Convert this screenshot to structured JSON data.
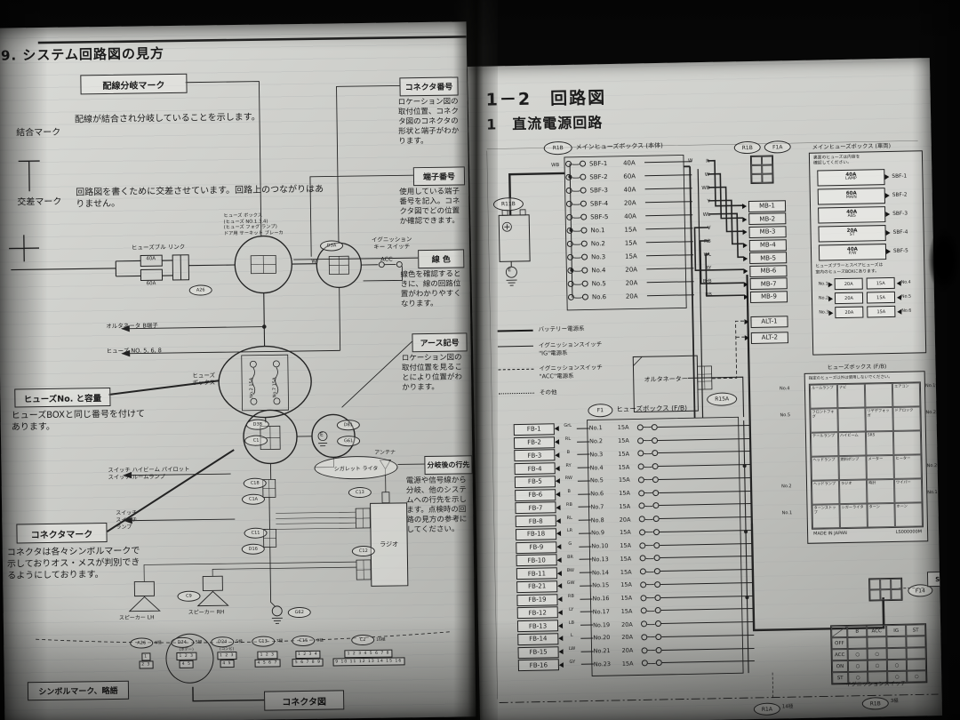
{
  "left_page": {
    "title": "9. システム回路図の見方",
    "callouts": {
      "branch": {
        "label": "配線分岐マーク"
      },
      "join": {
        "label": "結合マーク",
        "desc": "配線が結合され分岐していることを示します。"
      },
      "cross": {
        "label": "交差マーク",
        "desc": "回路図を書くために交差させています。回路上のつながりはありません。"
      },
      "connector_no": {
        "label": "コネクタ番号",
        "desc": "ロケーション図の取付位置、コネクタ図のコネクタの形状と端子がわかります。"
      },
      "terminal_no": {
        "label": "端子番号",
        "desc": "使用している端子番号を記入。コネクタ図でどの位置か確認できます。"
      },
      "wire_color": {
        "label": "線 色",
        "desc": "線色を確認するときに、線の回路位置がわかりやすくなります。"
      },
      "earth": {
        "label": "アース記号",
        "desc": "ロケーション図の取付位置を見ることにより位置がわかります。"
      },
      "fuse_no": {
        "label": "ヒューズNo. と容量",
        "desc": "ヒューズBOXと同じ番号を付けてあります。"
      },
      "dest": {
        "label": "分岐後の行先",
        "desc": "電源や信号線から分岐、他のシステムへの行先を示します。点検時の回路の見方の参考にしてください。"
      },
      "connector_mark": {
        "label": "コネクタマーク",
        "desc": "コネクタは各々シンボルマークで示しておりオス・メスが判別できるようにしております。"
      },
      "symbol_mark": {
        "label": "シンボルマーク、略語"
      },
      "connector_fig": {
        "label": "コネクタ図"
      }
    },
    "labels": {
      "fusible_link": "ヒューズブル リンク",
      "amp40": "40A",
      "amp60": "60A",
      "a26": "A26",
      "fusebox_note": "ヒューズ ボックス\n(ヒューズ NO.1.3.4)\n(ヒューズ フォグ ランプ)\nドア用 サーキット ブレーカ",
      "ignition": "イグニッション\nキー スイッチ",
      "acc": "ACC",
      "d3a": "D3A",
      "w": "W",
      "alt_b": "オルタネータ B端子",
      "fuse568": "ヒューズ NO. 5, 6, 8",
      "fusebox": "ヒューズ\nボックス",
      "f2": "No.2 15A",
      "f7": "No.7 15A",
      "sw_hb": "スイッチ ハイビーム パイロット\nスイッチ ルームランプ",
      "d3b": "D3B",
      "c1": "C1",
      "d81": "D81",
      "g61": "G61",
      "e": "E",
      "cig": "シガレット ライタ",
      "antenna": "アンテナ",
      "radio": "ラジオ",
      "c18": "C18",
      "c1a": "C1A",
      "c11": "C11",
      "d16": "D16",
      "c13": "C13",
      "c12": "C12",
      "c9": "C9",
      "g62": "G62",
      "sw3": "スイッチ\nスイッチ\nランプ",
      "spk_lh": "スピーカー LH",
      "spk_rh": "スピーカー RH"
    },
    "connectors": [
      {
        "id": "A26",
        "pins": "6極",
        "note": "",
        "row1": "1",
        "row2": "2 3"
      },
      {
        "id": "D34",
        "pins": "5極",
        "note": "(ボデー)",
        "row1": "1 2 3",
        "row2": "4 5"
      },
      {
        "id": "D24",
        "pins": "5極",
        "note": "(コンビ)",
        "row1": "1 2 3",
        "row2": "4 5"
      },
      {
        "id": "C13",
        "pins": "7極",
        "note": "",
        "row1": "1 2 3",
        "row2": "4 5 6 7"
      },
      {
        "id": "C15",
        "pins": "9極",
        "note": "",
        "row1": "1 2 3 4",
        "row2": "5 6 7 8 9"
      },
      {
        "id": "C2",
        "pins": "16極",
        "note": "",
        "row1": "1 2 3 4 5 6 7 8",
        "row2": "9 10 11 12 13 14 15 16"
      }
    ]
  },
  "right_page": {
    "section_title": "1－2　回路図",
    "circuit_title": "1　直流電源回路",
    "battery": {
      "ref": "R11B",
      "e": "E",
      "wire": "WB",
      "w": "W"
    },
    "main_fusebox": {
      "ref": "R1B",
      "label": "メインヒューズボックス (本体)",
      "rows": [
        {
          "name": "SBF-1",
          "amp": "40A",
          "color": "R"
        },
        {
          "name": "SBF-2",
          "amp": "60A",
          "color": "W"
        },
        {
          "name": "SBF-3",
          "amp": "40A",
          "color": "WB"
        },
        {
          "name": "SBF-4",
          "amp": "20A",
          "color": "Y"
        },
        {
          "name": "SBF-5",
          "amp": "40A",
          "color": "WL"
        },
        {
          "name": "No.1",
          "amp": "15A",
          "color": "V"
        },
        {
          "name": "No.2",
          "amp": "15A",
          "color": "RB"
        },
        {
          "name": "No.3",
          "amp": "15A",
          "color": "WL"
        },
        {
          "name": "No.4",
          "amp": "20A",
          "color": "RY"
        },
        {
          "name": "No.5",
          "amp": "20A",
          "color": "BrB"
        },
        {
          "name": "No.6",
          "amp": "20A",
          "color": "RB"
        }
      ]
    },
    "top_refs": {
      "left": "R1B",
      "right": "F1A"
    },
    "mb_boxes": [
      "MB-1",
      "MB-2",
      "MB-3",
      "MB-4",
      "MB-5",
      "MB-6",
      "MB-7",
      "MB-9"
    ],
    "alt_boxes": [
      "ALT-1",
      "ALT-2"
    ],
    "legend": [
      {
        "style": "thick",
        "label": "バッテリー電源系"
      },
      {
        "style": "thin",
        "label": "イグニッションスイッチ\n\"IG\"電源系"
      },
      {
        "style": "dashed",
        "label": "イグニッションスイッチ\n\"ACC\"電源系"
      },
      {
        "style": "dotted",
        "label": "その他"
      }
    ],
    "alternator": {
      "label": "オルタネーター",
      "ref": "R15A"
    },
    "fb": {
      "ref": "F1",
      "label": "ヒューズボックス (F/B)",
      "rows": [
        {
          "fb": "FB-1",
          "color": "GrL",
          "name": "No.1",
          "amp": "15A"
        },
        {
          "fb": "FB-2",
          "color": "RL",
          "name": "No.2",
          "amp": "15A"
        },
        {
          "fb": "FB-3",
          "color": "B",
          "name": "No.3",
          "amp": "15A"
        },
        {
          "fb": "FB-4",
          "color": "RY",
          "name": "No.4",
          "amp": "15A"
        },
        {
          "fb": "FB-5",
          "color": "RW",
          "name": "No.5",
          "amp": "15A"
        },
        {
          "fb": "FB-6",
          "color": "B",
          "name": "No.6",
          "amp": "15A"
        },
        {
          "fb": "FB-7",
          "color": "RB",
          "name": "No.7",
          "amp": "15A"
        },
        {
          "fb": "FB-8",
          "color": "RL",
          "name": "No.8",
          "amp": "20A"
        },
        {
          "fb": "FB-18",
          "color": "LR",
          "name": "No.9",
          "amp": "15A"
        },
        {
          "fb": "FB-9",
          "color": "G",
          "name": "No.10",
          "amp": "15A"
        },
        {
          "fb": "FB-10",
          "color": "BR",
          "name": "No.13",
          "amp": "15A"
        },
        {
          "fb": "FB-11",
          "color": "BW",
          "name": "No.14",
          "amp": "15A"
        },
        {
          "fb": "FB-21",
          "color": "GW",
          "name": "No.15",
          "amp": "15A"
        },
        {
          "fb": "FB-19",
          "color": "RB",
          "name": "No.16",
          "amp": "15A"
        },
        {
          "fb": "FB-12",
          "color": "LY",
          "name": "No.17",
          "amp": "15A"
        },
        {
          "fb": "FB-13",
          "color": "LB",
          "name": "No.19",
          "amp": "20A"
        },
        {
          "fb": "FB-14",
          "color": "L",
          "name": "No.20",
          "amp": "20A"
        },
        {
          "fb": "FB-15",
          "color": "LW",
          "name": "No.21",
          "amp": "20A"
        },
        {
          "fb": "FB-16",
          "color": "GY",
          "name": "No.23",
          "amp": "15A"
        }
      ]
    },
    "panel_main": {
      "title": "メインヒューズボックス (車両)",
      "note1": "裏面のヒューズは内容を\n確認してください。",
      "slots": [
        {
          "amp": "40A",
          "name": "LAMP",
          "sbf": "SBF-1"
        },
        {
          "amp": "60A",
          "name": "MAIN",
          "sbf": "SBF-2"
        },
        {
          "amp": "40A",
          "name": "ABS",
          "sbf": "SBF-3"
        },
        {
          "amp": "20A",
          "name": "ST",
          "sbf": "SBF-4"
        },
        {
          "amp": "40A",
          "name": "P/W",
          "sbf": "SBF-5"
        }
      ],
      "note2": "ヒューズプラーとスペアヒューズは\n室内のヒューズBOXにあります。",
      "spares": [
        {
          "l": "No.1",
          "amp1": "20A",
          "amp2": "15A",
          "r": "No.4"
        },
        {
          "l": "No.2",
          "amp1": "20A",
          "amp2": "15A",
          "r": "No.5"
        },
        {
          "l": "No.3",
          "amp1": "20A",
          "amp2": "15A",
          "r": "No.6"
        }
      ]
    },
    "panel_fb": {
      "title": "ヒューズボックス (F/B)",
      "note": "指定のヒューズ以外は使用しないでください。",
      "cells": [
        "ルームランプ",
        "ナビ",
        "",
        "エアコン",
        "フロントフォグ",
        "",
        "リヤデフォッガ",
        "ドアロック",
        "テールランプ",
        "ハイビーム",
        "SRS",
        "",
        "ヘッドランプ",
        "燃料ポンプ",
        "メーター",
        "ヒーター",
        "ヘッドランプ",
        "ラジオ",
        "時計",
        "ワイパー",
        "ターンストップ",
        "シガーライタ",
        "ターン",
        "ホーン"
      ],
      "left_labels": [
        "No.4",
        "No.5",
        "No.2",
        "No.1"
      ],
      "right_labels": [
        "No.19",
        "No.23",
        "No.20",
        "No.16"
      ],
      "made": "MADE IN JAPAN",
      "part": "LS000000M"
    },
    "ignition": {
      "label": "イグニッションスイッチ",
      "ref": "F14",
      "st": "ST",
      "cols": [
        "B",
        "ACC",
        "IG",
        "ST"
      ],
      "rows": [
        {
          "name": "OFF",
          "c0": "",
          "c1": "",
          "c2": "",
          "c3": ""
        },
        {
          "name": "ACC",
          "c0": "○",
          "c1": "○",
          "c2": "",
          "c3": ""
        },
        {
          "name": "ON",
          "c0": "○",
          "c1": "○",
          "c2": "○",
          "c3": ""
        },
        {
          "name": "ST",
          "c0": "○",
          "c1": "",
          "c2": "○",
          "c3": "○"
        }
      ]
    },
    "bottom_refs": {
      "r1a": "R1A",
      "r1a_pins": "14極",
      "r1b": "R1B",
      "r1b_pins": "3極"
    }
  }
}
